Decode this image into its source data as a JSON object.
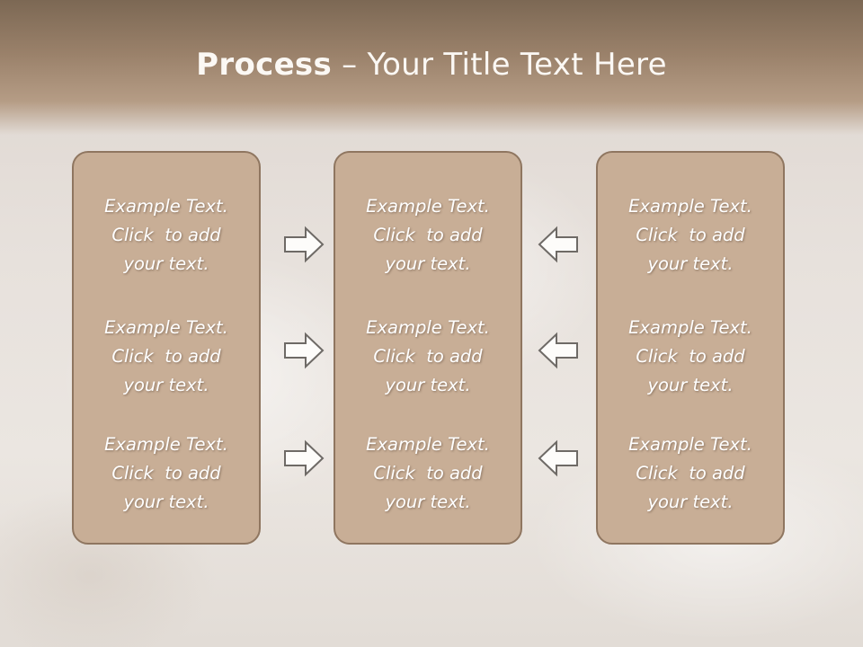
{
  "slide": {
    "title_bold": "Process",
    "title_rest": " – Your Title Text Here"
  },
  "columns": [
    {
      "items": [
        {
          "lines": [
            "Example Text.",
            "Click  to add",
            "your text."
          ]
        },
        {
          "lines": [
            "Example Text.",
            "Click  to add",
            "your text."
          ]
        },
        {
          "lines": [
            "Example Text.",
            "Click  to add",
            "your text."
          ]
        }
      ]
    },
    {
      "items": [
        {
          "lines": [
            "Example Text.",
            "Click  to add",
            "your text."
          ]
        },
        {
          "lines": [
            "Example Text.",
            "Click  to add",
            "your text."
          ]
        },
        {
          "lines": [
            "Example Text.",
            "Click  to add",
            "your text."
          ]
        }
      ]
    },
    {
      "items": [
        {
          "lines": [
            "Example Text.",
            "Click  to add",
            "your text."
          ]
        },
        {
          "lines": [
            "Example Text.",
            "Click  to add",
            "your text."
          ]
        },
        {
          "lines": [
            "Example Text.",
            "Click  to add",
            "your text."
          ]
        }
      ]
    }
  ],
  "arrows": {
    "left_side": [
      "arrow-right-icon",
      "arrow-right-icon",
      "arrow-right-icon"
    ],
    "right_side": [
      "arrow-left-icon",
      "arrow-left-icon",
      "arrow-left-icon"
    ]
  },
  "colors": {
    "header": "#9a816a",
    "panel_fill": "#c8ae96",
    "panel_border": "#8f7660",
    "text": "#ffffff"
  }
}
